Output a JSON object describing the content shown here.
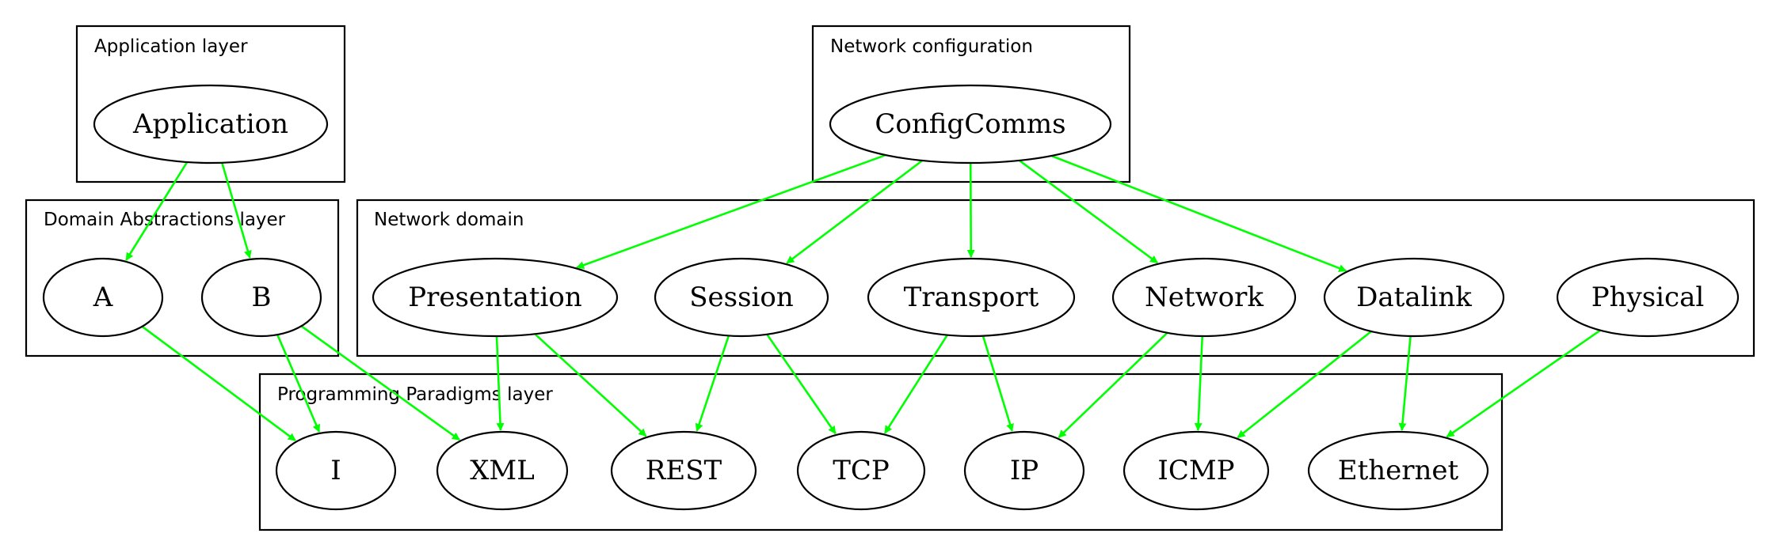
{
  "colors": {
    "edge": "#00ff00",
    "stroke": "#000000",
    "background": "#ffffff"
  },
  "clusters": {
    "application": "Application layer",
    "network_config": "Network configuration",
    "domain_abstractions": "Domain Abstractions layer",
    "network_domain": "Network domain",
    "programming_paradigms": "Programming Paradigms layer"
  },
  "nodes": {
    "application": "Application",
    "configcomms": "ConfigComms",
    "a": "A",
    "b": "B",
    "presentation": "Presentation",
    "session": "Session",
    "transport": "Transport",
    "network": "Network",
    "datalink": "Datalink",
    "physical": "Physical",
    "i": "I",
    "xml": "XML",
    "rest": "REST",
    "tcp": "TCP",
    "ip": "IP",
    "icmp": "ICMP",
    "ethernet": "Ethernet"
  },
  "edges": [
    {
      "from": "application",
      "to": "a"
    },
    {
      "from": "application",
      "to": "b"
    },
    {
      "from": "configcomms",
      "to": "presentation"
    },
    {
      "from": "configcomms",
      "to": "session"
    },
    {
      "from": "configcomms",
      "to": "transport"
    },
    {
      "from": "configcomms",
      "to": "network"
    },
    {
      "from": "configcomms",
      "to": "datalink"
    },
    {
      "from": "a",
      "to": "i"
    },
    {
      "from": "b",
      "to": "i"
    },
    {
      "from": "b",
      "to": "xml"
    },
    {
      "from": "presentation",
      "to": "xml"
    },
    {
      "from": "presentation",
      "to": "rest"
    },
    {
      "from": "session",
      "to": "rest"
    },
    {
      "from": "session",
      "to": "tcp"
    },
    {
      "from": "transport",
      "to": "tcp"
    },
    {
      "from": "transport",
      "to": "ip"
    },
    {
      "from": "network",
      "to": "ip"
    },
    {
      "from": "network",
      "to": "icmp"
    },
    {
      "from": "datalink",
      "to": "icmp"
    },
    {
      "from": "datalink",
      "to": "ethernet"
    },
    {
      "from": "physical",
      "to": "ethernet"
    }
  ]
}
